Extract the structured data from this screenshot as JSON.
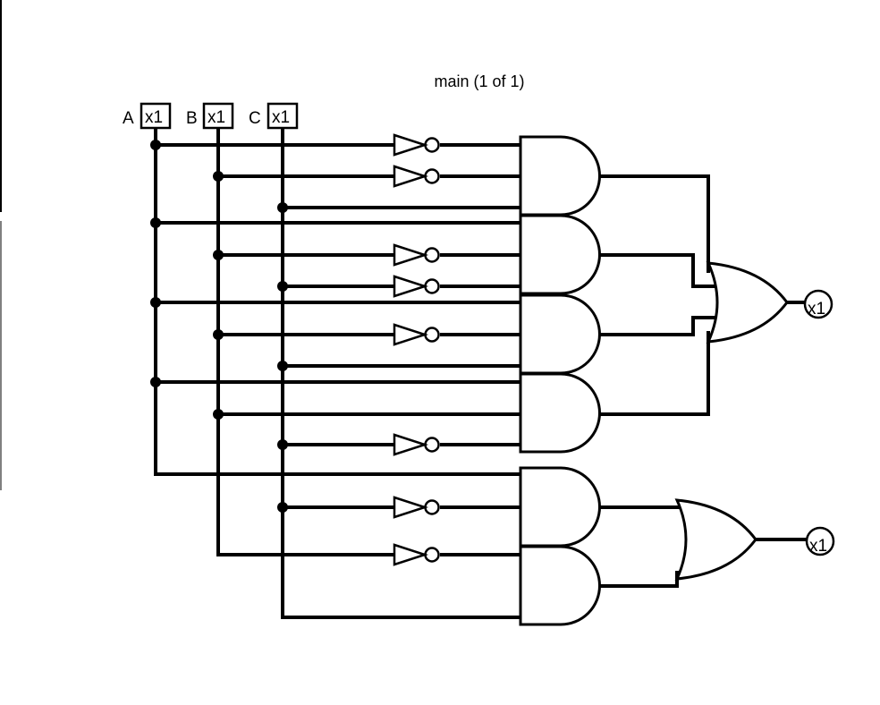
{
  "title": "main (1 of 1)",
  "inputs": [
    {
      "name": "A",
      "box": "x1"
    },
    {
      "name": "B",
      "box": "x1"
    },
    {
      "name": "C",
      "box": "x1"
    }
  ],
  "outputs": [
    {
      "label": "x1"
    },
    {
      "label": "x1"
    }
  ]
}
